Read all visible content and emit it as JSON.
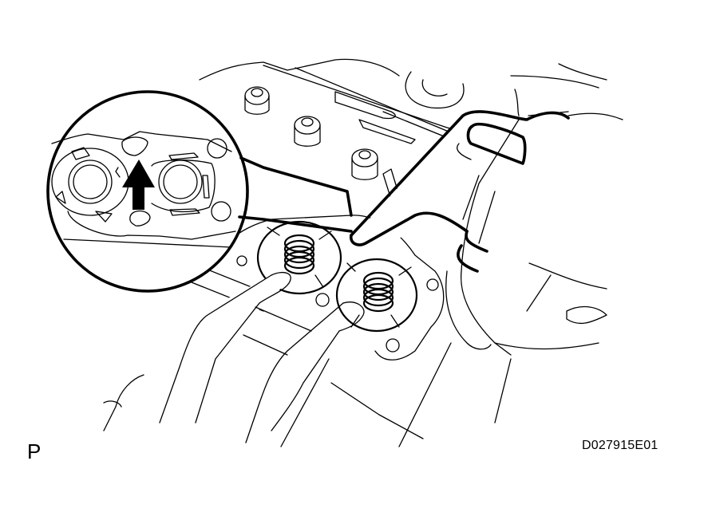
{
  "figure": {
    "description": "Service manual line illustration: installing springs into valve body with fingers while holding part; inset magnified circle shows arrow indicating direction",
    "view_label": "P",
    "figure_id": "D027915E01",
    "inset": {
      "arrow_direction": "up",
      "arrow_icon": "arrow-up-icon"
    },
    "colors": {
      "line": "#000000",
      "background": "#ffffff"
    }
  }
}
